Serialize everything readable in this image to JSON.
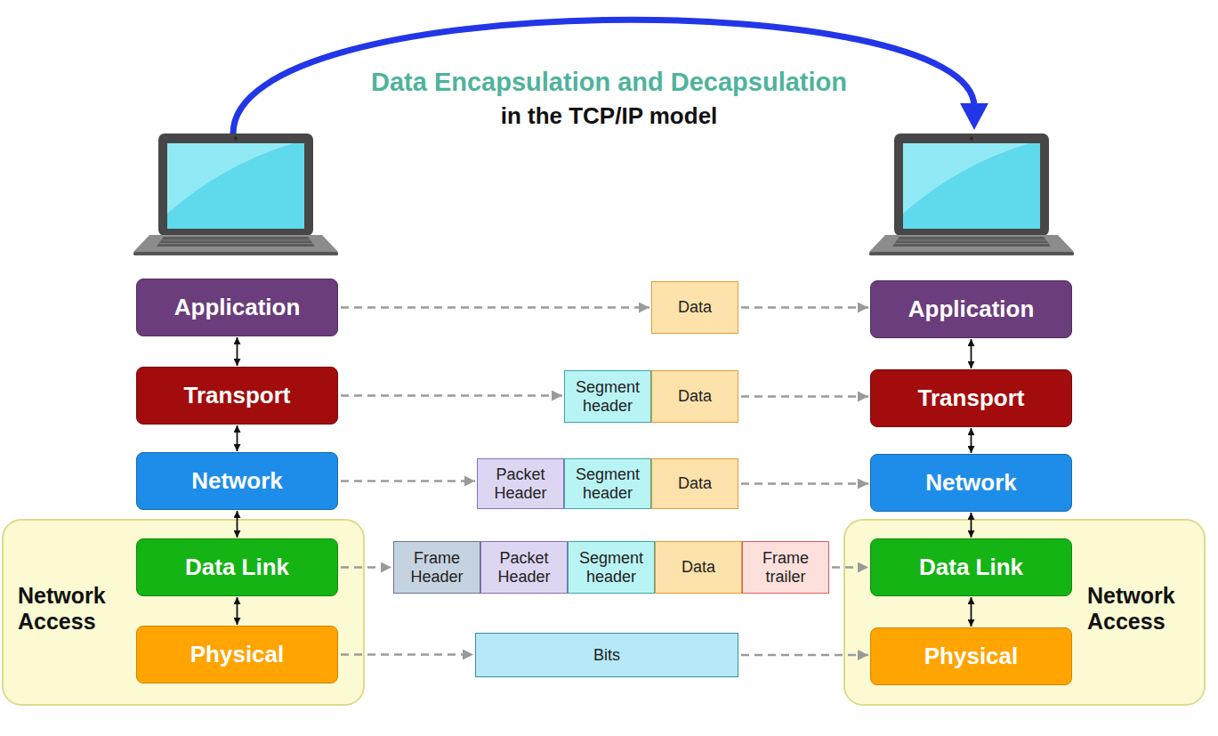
{
  "diagram": {
    "title": "Data Encapsulation and Decapsulation",
    "nodes": [
      {
        "text": [
          "Application"
        ]
      },
      {
        "text": [
          "Data"
        ]
      },
      {
        "text": [
          "Application"
        ]
      },
      {
        "text": [
          "Transport"
        ]
      },
      {
        "text": [
          "Segment header"
        ]
      },
      {
        "text": [
          "Data"
        ]
      },
      {
        "text": [
          "Transport"
        ]
      },
      {
        "text": [
          "Network"
        ]
      },
      {
        "text": [
          "Packet Header"
        ]
      },
      {
        "text": [
          "Segment header"
        ]
      },
      {
        "text": [
          "Data"
        ]
      },
      {
        "text": [
          "Network"
        ]
      },
      {
        "text": [
          "Network Access"
        ]
      },
      {
        "text": [
          "Network Access"
        ]
      },
      {
        "text": [
          "Data Link"
        ],
        "in": 12
      },
      {
        "text": [
          "Frame Header"
        ]
      },
      {
        "text": [
          "Packet Header"
        ]
      },
      {
        "text": [
          "Segment header"
        ]
      },
      {
        "text": [
          "Data"
        ]
      },
      {
        "text": [
          "Frame trailer"
        ]
      },
      {
        "text": [
          "Data Link"
        ],
        "in": 13
      },
      {
        "text": [
          "Physical"
        ],
        "in": 12
      },
      {
        "text": [
          "Bits"
        ]
      },
      {
        "text": [
          "Physical"
        ],
        "in": 13
      }
    ],
    "edges": [
      {
        "from": 0,
        "to": 1,
        "arrow": "to"
      },
      {
        "from": 1,
        "to": 2,
        "arrow": "to"
      },
      {
        "from": 3,
        "to": 4,
        "arrow": "to"
      },
      {
        "from": 5,
        "to": 6,
        "arrow": "to"
      },
      {
        "from": 7,
        "to": 8,
        "arrow": "to"
      },
      {
        "from": 10,
        "to": 11,
        "arrow": "to"
      },
      {
        "from": 14,
        "to": 15,
        "arrow": "to"
      },
      {
        "from": 19,
        "to": 20,
        "arrow": "to"
      },
      {
        "from": 21,
        "to": 22,
        "arrow": "to"
      },
      {
        "from": 22,
        "to": 23,
        "arrow": "to"
      },
      {
        "from": 0,
        "to": 3,
        "arrow": "both"
      },
      {
        "from": 3,
        "to": 7,
        "arrow": "both"
      },
      {
        "from": 7,
        "to": 14,
        "arrow": "both"
      },
      {
        "from": 14,
        "to": 21,
        "arrow": "both"
      },
      {
        "from": 2,
        "to": 6,
        "arrow": "both"
      },
      {
        "from": 6,
        "to": 11,
        "arrow": "both"
      },
      {
        "from": 11,
        "to": 20,
        "arrow": "both"
      },
      {
        "from": 20,
        "to": 23,
        "arrow": "both"
      }
    ],
    "labels": [
      "in the TCP/IP model"
    ]
  }
}
